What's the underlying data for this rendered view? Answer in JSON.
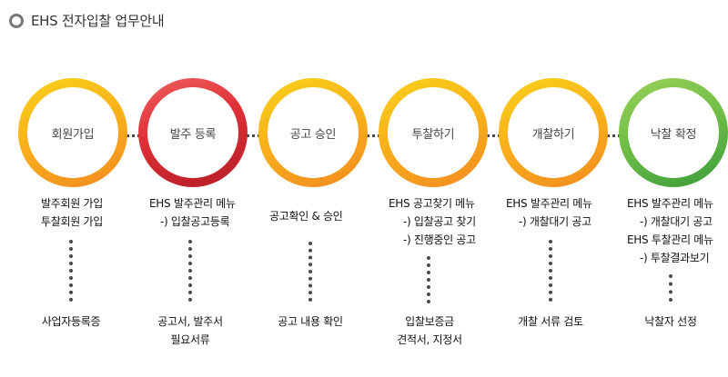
{
  "page": {
    "title": "EHS 전자입찰 업무안내"
  },
  "steps": [
    {
      "label": "회원가입",
      "details": [
        "발주회원 가입",
        "투찰회원 가입"
      ],
      "bottom": [
        "사업자등록증"
      ]
    },
    {
      "label": "발주 등록",
      "details": [
        "EHS 발주관리 메뉴",
        "-) 입찰공고등록"
      ],
      "bottom": [
        "공고서, 발주서",
        "필요서류"
      ]
    },
    {
      "label": "공고 승인",
      "details": [
        "공고확인 & 승인"
      ],
      "bottom": [
        "공고 내용 확인"
      ]
    },
    {
      "label": "투찰하기",
      "details": [
        "EHS 공고찾기 메뉴",
        "-) 입찰공고 찾기",
        "-) 진행중인 공고"
      ],
      "bottom": [
        "입찰보증금",
        "견적서, 지정서"
      ]
    },
    {
      "label": "개찰하기",
      "details": [
        "EHS 발주관리 메뉴",
        "-) 개찰대기 공고"
      ],
      "bottom": [
        "개찰 서류 검토"
      ]
    },
    {
      "label": "낙찰 확정",
      "details": [
        "EHS 발주관리 메뉴",
        "-) 개찰대기 공고",
        "EHS 투찰관리 메뉴",
        "-) 투찰결과보기"
      ],
      "bottom": [
        "낙찰자 선정"
      ]
    }
  ],
  "colors": {
    "ring_orange": "#f59e1f",
    "ring_red": "#d42a31",
    "ring_green": "#5db246"
  }
}
